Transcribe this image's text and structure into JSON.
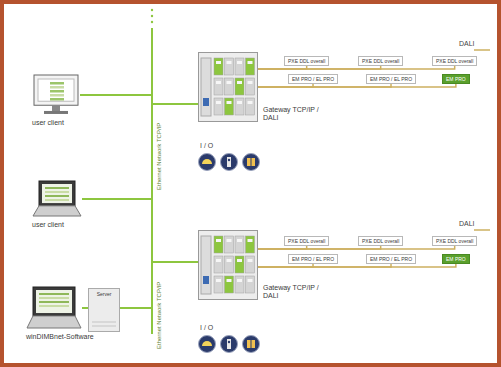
{
  "diagram": {
    "nodes": [
      {
        "text": [
          "user client"
        ]
      },
      {
        "text": [
          "Gateway TCP/IP / DALI"
        ]
      },
      {
        "text": [
          "PXE DDL overall"
        ]
      },
      {
        "text": [
          "PXE DDL overall"
        ]
      },
      {
        "text": [
          "PXE DDL overall"
        ]
      },
      {
        "text": [
          "EM PRO / EL PRO"
        ]
      },
      {
        "text": [
          "EM PRO / EL PRO"
        ]
      },
      {
        "text": [
          "EM PRO"
        ]
      },
      {
        "text": [
          "user client"
        ]
      },
      {
        "text": [
          "Gateway TCP/IP / DALI"
        ]
      },
      {
        "text": [
          "PXE DDL overall"
        ]
      },
      {
        "text": [
          "PXE DDL overall"
        ]
      },
      {
        "text": [
          "PXE DDL overall"
        ]
      },
      {
        "text": [
          "EM PRO / EL PRO"
        ]
      },
      {
        "text": [
          "EM PRO / EL PRO"
        ]
      },
      {
        "text": [
          "EM PRO"
        ]
      },
      {
        "text": [
          "winDIMBnet-Software"
        ]
      },
      {
        "text": [
          "Server"
        ]
      }
    ],
    "edges": [
      {
        "from": 0,
        "to": 1,
        "arrow": "none"
      },
      {
        "from": 0,
        "to": 9,
        "arrow": "none"
      },
      {
        "from": 8,
        "to": 1,
        "arrow": "none"
      },
      {
        "from": 8,
        "to": 9,
        "arrow": "none"
      },
      {
        "from": 16,
        "to": 1,
        "arrow": "none"
      },
      {
        "from": 16,
        "to": 9,
        "arrow": "none"
      },
      {
        "from": 1,
        "to": 2,
        "arrow": "none"
      },
      {
        "from": 1,
        "to": 3,
        "arrow": "none"
      },
      {
        "from": 1,
        "to": 4,
        "arrow": "none"
      },
      {
        "from": 1,
        "to": 5,
        "arrow": "none"
      },
      {
        "from": 1,
        "to": 6,
        "arrow": "none"
      },
      {
        "from": 1,
        "to": 7,
        "arrow": "none"
      },
      {
        "from": 9,
        "to": 10,
        "arrow": "none"
      },
      {
        "from": 9,
        "to": 11,
        "arrow": "none"
      },
      {
        "from": 9,
        "to": 12,
        "arrow": "none"
      },
      {
        "from": 9,
        "to": 13,
        "arrow": "none"
      },
      {
        "from": 9,
        "to": 14,
        "arrow": "none"
      },
      {
        "from": 9,
        "to": 15,
        "arrow": "none"
      }
    ],
    "labels": [
      "Ethernet Network TCP/IP",
      "DALI",
      "I / O",
      "Ethernet Network TCP/IP",
      "DALI",
      "I / O"
    ]
  }
}
